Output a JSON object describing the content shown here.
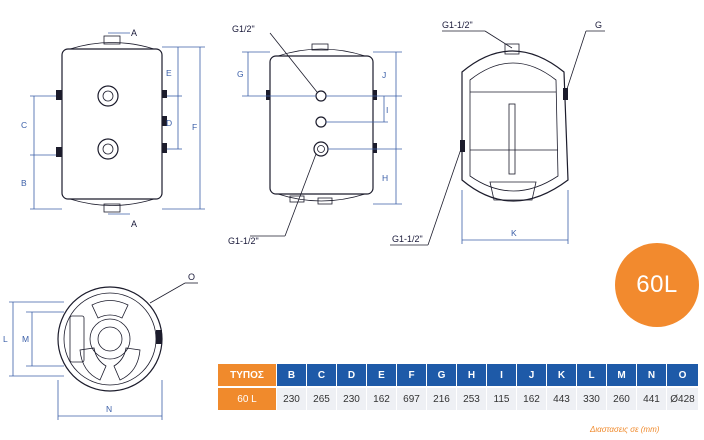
{
  "views": {
    "front": {
      "labels": [
        "A",
        "A",
        "B",
        "C",
        "D",
        "E",
        "F"
      ]
    },
    "side": {
      "labels": [
        "G1/2\"",
        "G",
        "J",
        "I",
        "H",
        "G1-1/2\""
      ]
    },
    "section": {
      "labels": [
        "G1-1/2\"",
        "G",
        "K",
        "G1-1/2\""
      ]
    },
    "top": {
      "labels": [
        "O",
        "L",
        "M",
        "N"
      ]
    }
  },
  "badge": {
    "text": "60L"
  },
  "table": {
    "header_label": "ΤΥΠΟΣ",
    "columns": [
      "B",
      "C",
      "D",
      "E",
      "F",
      "G",
      "H",
      "I",
      "J",
      "K",
      "L",
      "M",
      "N",
      "O"
    ],
    "rows": [
      {
        "type": "60 L",
        "values": [
          "230",
          "265",
          "230",
          "162",
          "697",
          "216",
          "253",
          "115",
          "162",
          "443",
          "330",
          "260",
          "441",
          "Ø428"
        ]
      }
    ]
  },
  "units_note": "Διαστασεις σε (mm)",
  "colors": {
    "accent_orange": "#f28a2e",
    "header_blue": "#1e5aa8",
    "dimension_blue": "#3b5fa8"
  }
}
